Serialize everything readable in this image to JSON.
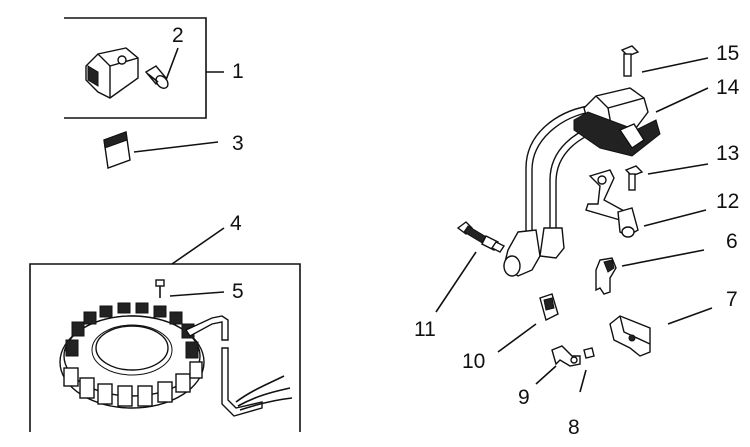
{
  "callouts": [
    "1",
    "2",
    "3",
    "4",
    "5",
    "6",
    "7",
    "8",
    "9",
    "10",
    "11",
    "12",
    "13",
    "14",
    "15"
  ],
  "icons": {
    "p1": "ignition-module-icon",
    "p2": "screw-icon",
    "p3": "decal-icon",
    "p4": "stator-assembly-icon",
    "p5": "screw-icon",
    "p6": "clamp-icon",
    "p7": "bracket-icon",
    "p8": "screw-icon",
    "p9": "clip-icon",
    "p10": "grommet-icon",
    "p11": "spark-plug-icon",
    "p12": "mounting-bracket-icon",
    "p13": "bolt-icon",
    "p14": "ignition-coil-icon",
    "p15": "bolt-icon"
  }
}
